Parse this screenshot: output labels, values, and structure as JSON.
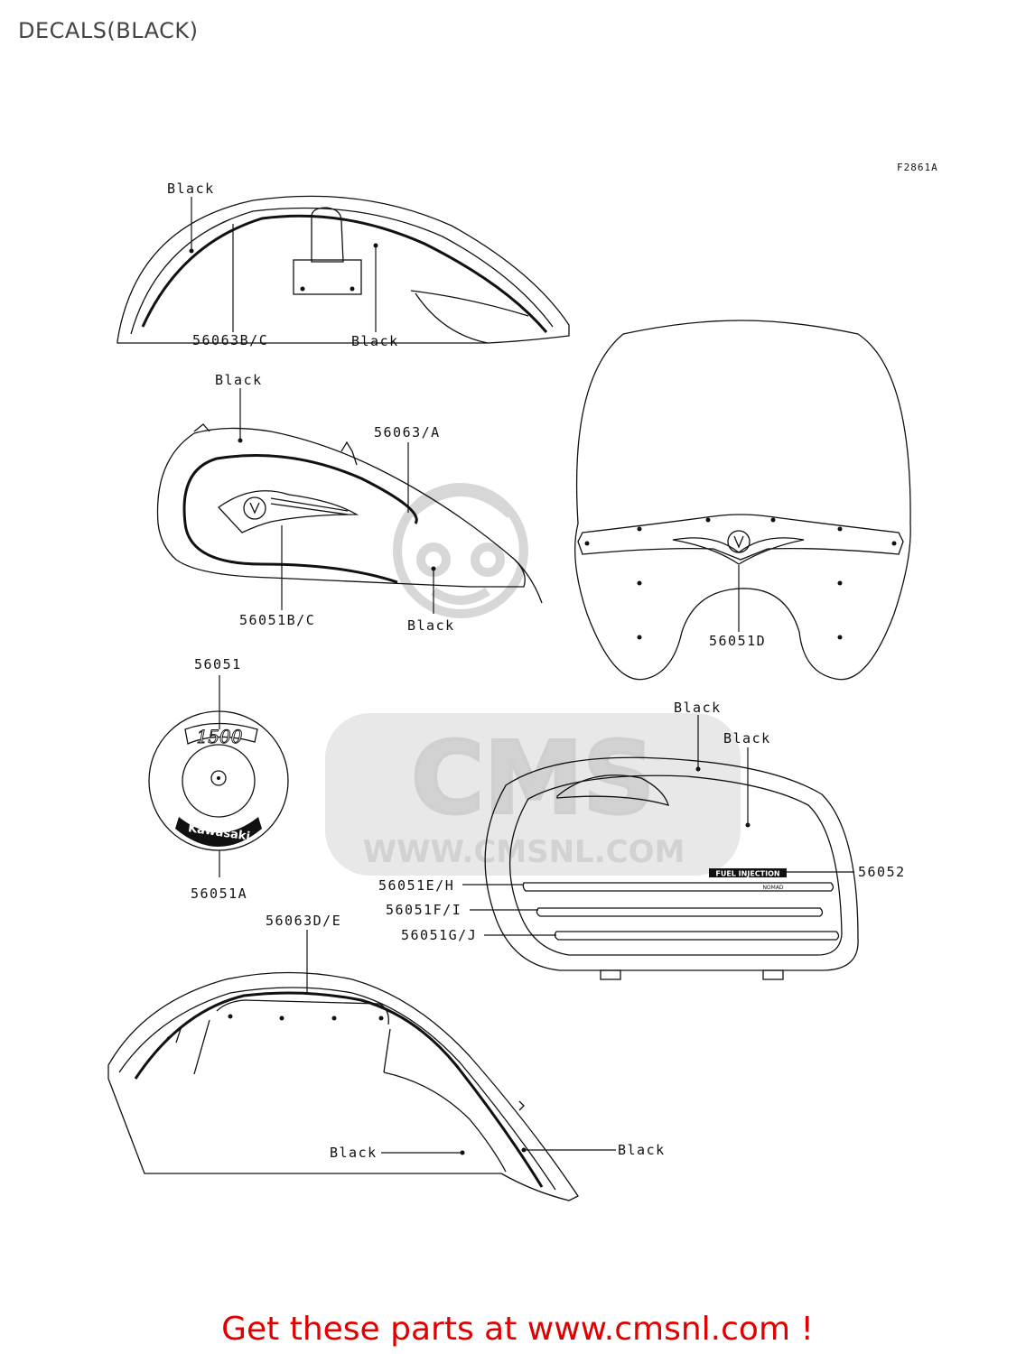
{
  "page": {
    "title": "DECALS(BLACK)",
    "figure_code": "F2861A",
    "footer": "Get these parts at www.cmsnl.com !"
  },
  "watermark": {
    "logo": "CMS",
    "url": "WWW.CMSNL.COM"
  },
  "emblem_text": {
    "badge_1500": "1500",
    "badge_brand": "Kawasaki",
    "cover_fi": "FUEL INJECTION",
    "cover_model": "NOMAD"
  },
  "labels": {
    "front_fender_black_top": "Black",
    "front_fender_part": "56063B/C",
    "front_fender_black_bottom": "Black",
    "tank_black": "Black",
    "tank_part_stripe": "56063/A",
    "tank_part_emblem": "56051B/C",
    "tank_black_bottom": "Black",
    "windshield_part": "56051D",
    "badge_part_top": "56051",
    "badge_part_bottom": "56051A",
    "saddlebag_black_1": "Black",
    "saddlebag_black_2": "Black",
    "saddlebag_part_eh": "56051E/H",
    "saddlebag_part_52": "56052",
    "saddlebag_part_fi": "56051F/I",
    "saddlebag_part_gj": "56051G/J",
    "rear_fender_part": "56063D/E",
    "rear_fender_black_left": "Black",
    "rear_fender_black_right": "Black"
  },
  "colors": {
    "title": "#444444",
    "footer_link": "#e00000",
    "line_art": "#111111",
    "watermark": "#d2d2d2"
  }
}
